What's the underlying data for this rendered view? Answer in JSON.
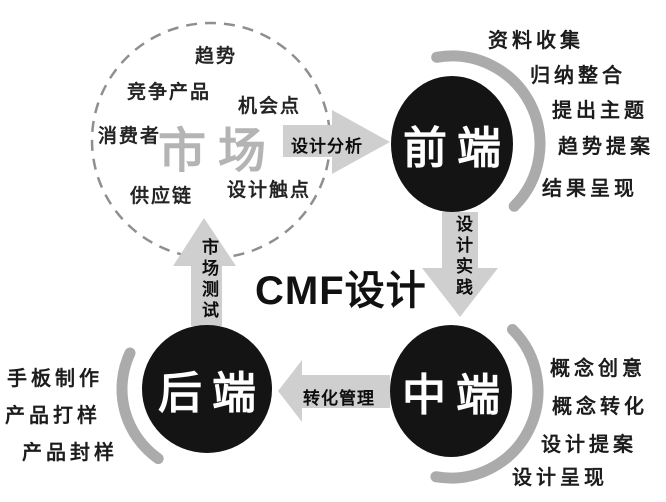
{
  "title": "CMF设计",
  "market": {
    "label": "市场",
    "factors": [
      "趋势",
      "竞争产品",
      "机会点",
      "消费者",
      "供应链",
      "设计触点"
    ]
  },
  "nodes": {
    "front": {
      "label": "前端",
      "outputs": [
        "资料收集",
        "归纳整合",
        "提出主题",
        "趋势提案",
        "结果呈现"
      ]
    },
    "mid": {
      "label": "中端",
      "outputs": [
        "概念创意",
        "概念转化",
        "设计提案",
        "设计呈现"
      ]
    },
    "back": {
      "label": "后端",
      "outputs": [
        "手板制作",
        "产品打样",
        "产品封样"
      ]
    }
  },
  "arrows": {
    "analysis": "设计分析",
    "practice": "设计实践",
    "transform": "转化管理",
    "test": "市场测试"
  },
  "colors": {
    "background": "#ffffff",
    "node_fill": "#141414",
    "node_text": "#ffffff",
    "arrow_fill": "#cfcfcf",
    "arc_stroke": "#ababab",
    "dashed_stroke": "#8f8f8f",
    "market_text": "#b4b4b4",
    "body_text": "#1c1c1c"
  }
}
